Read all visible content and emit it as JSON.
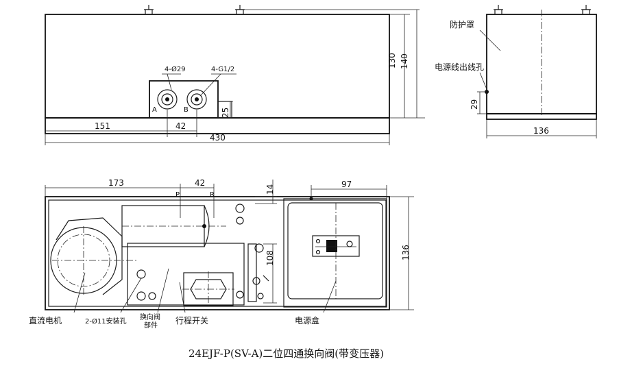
{
  "labels": {
    "port_dia": "4-Ø29",
    "port_thread": "4-G1/2",
    "port_a": "A",
    "port_b": "B",
    "port_p": "P",
    "port_r": "R",
    "guard": "防护罩",
    "cable_hole": "电源线出线孔",
    "dc_motor": "直流电机",
    "mount_holes": "2-Ø11安装孔",
    "valve_part_1": "换向阀",
    "valve_part_2": "部件",
    "limit_switch": "行程开关",
    "power_box": "电源盒"
  },
  "dimensions": {
    "front_height_inner": "130",
    "front_height_outer": "140",
    "port_base_height": "25",
    "front_offset": "151",
    "port_spacing": "42",
    "front_length": "430",
    "side_cable_height": "29",
    "side_width": "136",
    "top_offset": "173",
    "top_port_spacing": "42",
    "top_small": "14",
    "top_box_width": "97",
    "top_switch": "108",
    "top_width": "136"
  },
  "caption": "24EJF-P(SV-A)二位四通换向阀(带变压器)"
}
